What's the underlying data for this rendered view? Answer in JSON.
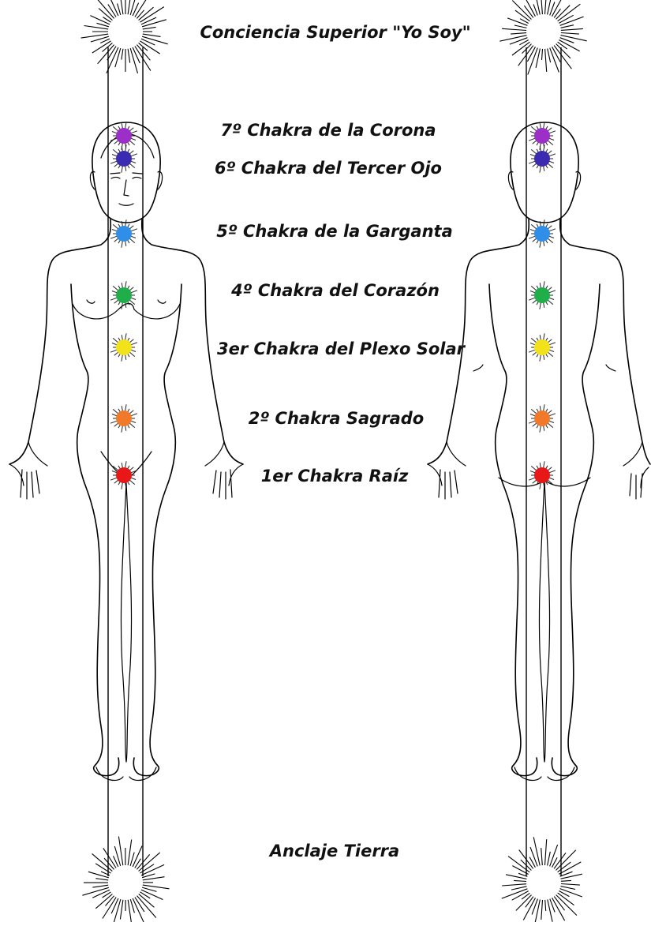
{
  "labels": {
    "top": "Conciencia Superior \"Yo Soy\"",
    "bottom": "Anclaje  Tierra"
  },
  "chakras": [
    {
      "label": "7º Chakra de la Corona",
      "color": "#9b2fc7"
    },
    {
      "label": "6º Chakra del Tercer Ojo",
      "color": "#3b2bb0"
    },
    {
      "label": "5º Chakra de la Garganta",
      "color": "#2f8fe8"
    },
    {
      "label": "4º Chakra del Corazón",
      "color": "#1fae4a"
    },
    {
      "label": "3er Chakra del Plexo Solar",
      "color": "#f2e21a"
    },
    {
      "label": "2º Chakra Sagrado",
      "color": "#f07a2a"
    },
    {
      "label": "1er Chakra Raíz",
      "color": "#e81818"
    }
  ],
  "figures": [
    "front",
    "back"
  ]
}
